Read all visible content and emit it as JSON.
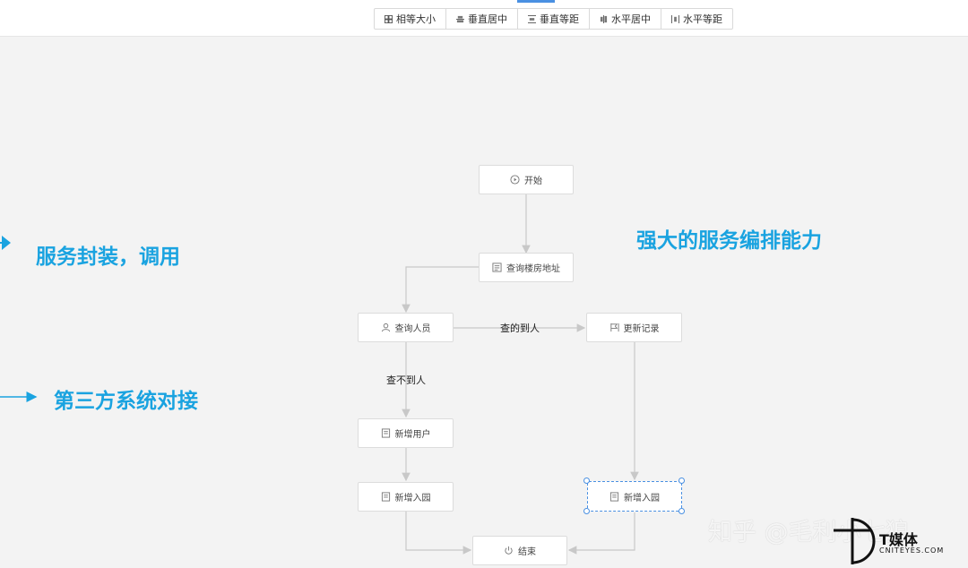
{
  "toolbar": {
    "buttons": [
      {
        "label": "相等大小",
        "icon": "equal-size-icon"
      },
      {
        "label": "垂直居中",
        "icon": "vertical-center-icon"
      },
      {
        "label": "垂直等距",
        "icon": "vertical-distribute-icon"
      },
      {
        "label": "水平居中",
        "icon": "horizontal-center-icon"
      },
      {
        "label": "水平等距",
        "icon": "horizontal-distribute-icon"
      }
    ]
  },
  "flow": {
    "nodes": {
      "start": {
        "label": "开始",
        "icon": "play-circle-icon"
      },
      "query_address": {
        "label": "查询楼房地址",
        "icon": "form-icon"
      },
      "query_person": {
        "label": "查询人员",
        "icon": "user-icon"
      },
      "update_record": {
        "label": "更新记录",
        "icon": "flag-icon"
      },
      "add_user": {
        "label": "新增用户",
        "icon": "document-icon"
      },
      "add_entry_left": {
        "label": "新增入园",
        "icon": "document-icon"
      },
      "add_entry_right": {
        "label": "新增入园",
        "icon": "document-icon"
      },
      "end": {
        "label": "结束",
        "icon": "power-icon"
      }
    },
    "edge_labels": {
      "found": "查的到人",
      "not_found": "查不到人"
    }
  },
  "headlines": {
    "service_capability": "强大的服务编排能力",
    "service_wrap": "服务封装，调用",
    "third_party": "第三方系统对接"
  },
  "watermark": {
    "zhihu": "知乎 @毛利小七狼",
    "media_name": "T媒体",
    "media_site": "CNITEYES.COM"
  },
  "colors": {
    "accent_blue": "#1aa3e0",
    "selection_blue": "#4a90e2",
    "edge_gray": "#c8c8c8"
  }
}
